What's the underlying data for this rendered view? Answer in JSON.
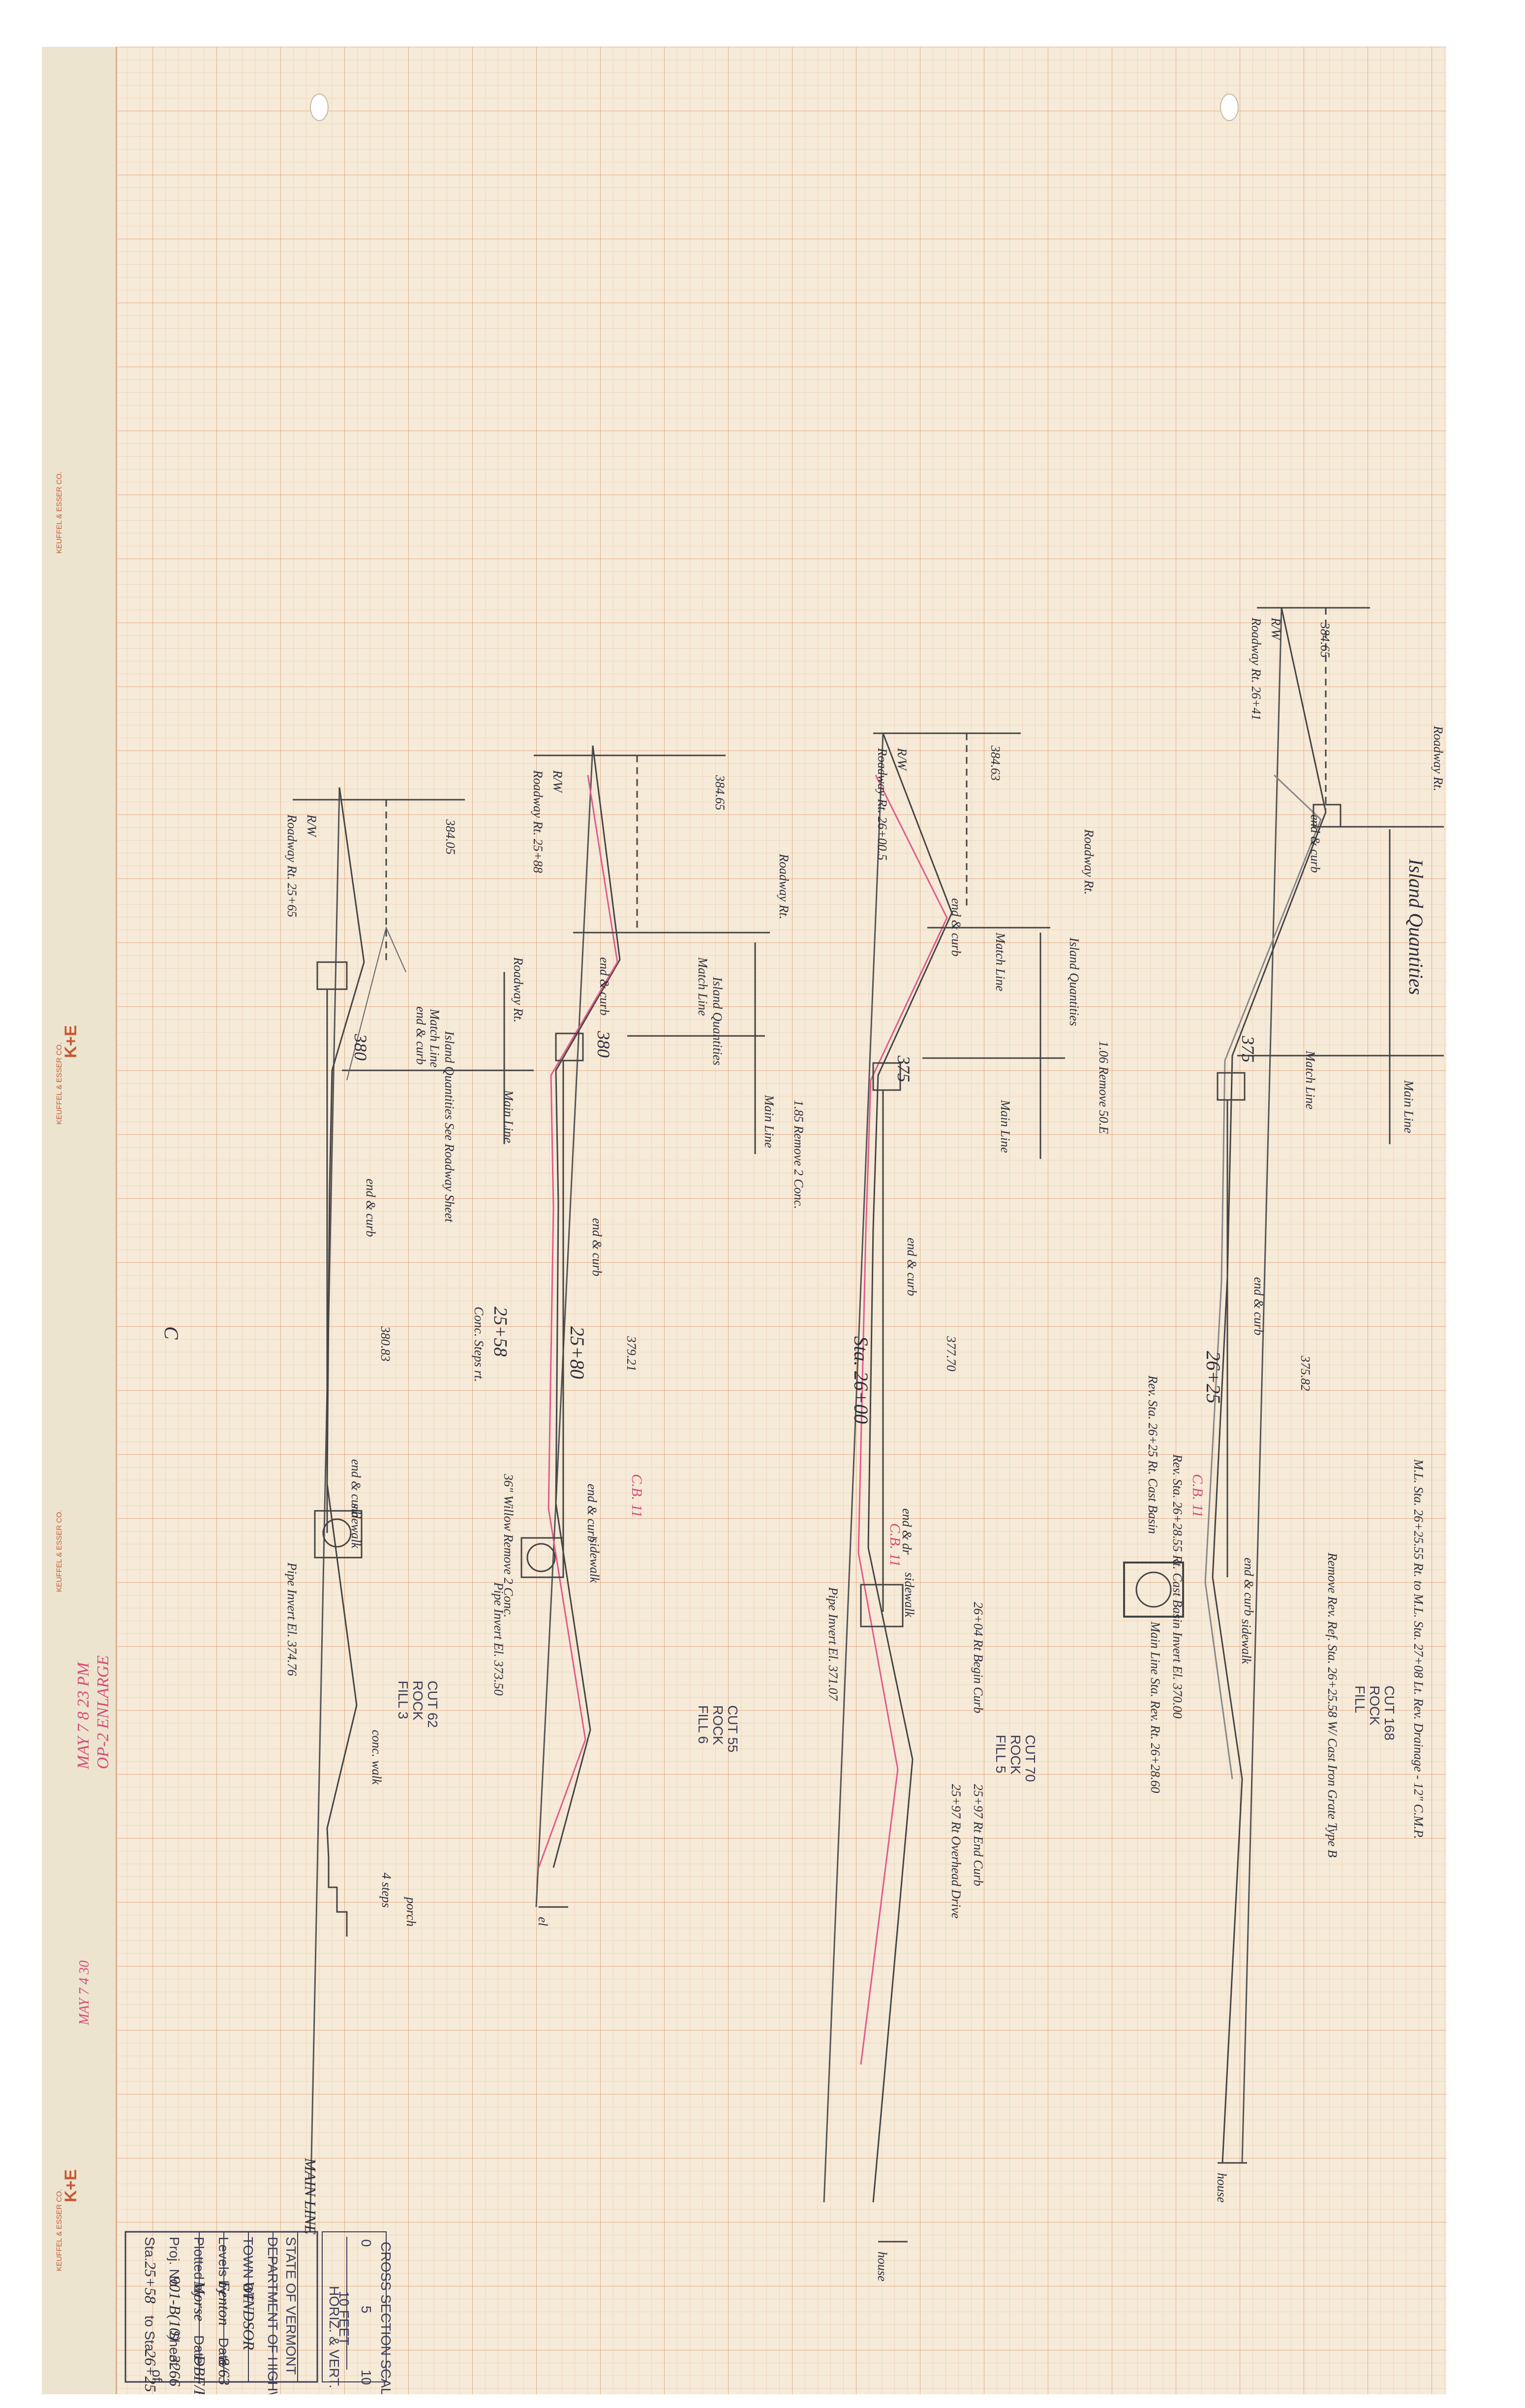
{
  "margin_marks": {
    "maker_top": "KEUFFEL & ESSER CO.",
    "maker_mid": "K+E",
    "maker_mid_sub": "KEUFFEL & ESSER CO.",
    "maker_lower": "KEUFFEL & ESSER CO.",
    "maker_bottom": "K+E",
    "maker_bottom_sub": "KEUFFEL & ESSER CO.",
    "note_red_1": "MAY 7 8 23 PM",
    "note_red_2": "OP-2 ENLARGE",
    "note_red_3": "MAY 7 4 30"
  },
  "sections": [
    {
      "station_box": "25+58",
      "station_note": "Conc. Steps rt.",
      "curb_left": "end & curb",
      "curb_right": "end & curb",
      "sidewalk": "sidewalk",
      "walk": "conc. walk",
      "steps": "4 steps",
      "porch": "porch",
      "elev_cl": "380.83",
      "elev_top": "384.05",
      "top_ref": "Roadway Rt. 25+65",
      "roadway_label": "Roadway Rt.",
      "row_label": "R/W",
      "match_line_label": "Match Line",
      "island": "Island Quantities See Roadway Sheet",
      "main_line": "Main Line",
      "label_380": "380",
      "cut": "CUT 62",
      "rock": "ROCK",
      "fill": "FILL 3",
      "pipe_invert": "Pipe Invert El. 374.76",
      "cl_mark": "C"
    },
    {
      "station_box": "25+80",
      "curb_left": "end & curb",
      "curb_right": "end & curb",
      "sidewalk": "sidewalk",
      "elev_cl": "379.21",
      "elev_top": "384.65",
      "top_ref": "Roadway Rt. 25+88",
      "roadway_label": "Roadway Rt.",
      "row_label": "R/W",
      "match_line_label": "Match Line",
      "island": "Island Quantities",
      "main_line": "Main Line",
      "label_380": "380",
      "remove_note": "1.85 Remove 2 Conc.",
      "willow_note": "36\" Willow Remove 2 Conc.",
      "cut": "CUT 55",
      "rock": "ROCK",
      "fill": "FILL 6",
      "cb_label": "C.B. 11",
      "pipe_invert": "Pipe Invert El. 373.50",
      "bottom_mark": "el"
    },
    {
      "station_box": "Sta. 26+00",
      "curb_left": "end & curb",
      "curb_right": "end & curb",
      "sidewalk": "sidewalk",
      "elev_cl": "377.70",
      "elev_top": "384.63",
      "top_ref": "Roadway Rt. 26+00.5",
      "roadway_label": "Roadway Rt.",
      "row_label": "R/W",
      "match_line_label": "Match Line",
      "island": "Island Quantities",
      "main_line": "Main Line",
      "label_375": "375",
      "remove_note": "1.06 Remove 50.E",
      "cut": "CUT 70",
      "rock": "ROCK",
      "fill": "FILL 5",
      "cb_label": "C.B. 11",
      "pipe_invert": "Pipe Invert El. 371.07",
      "begin_curb": "26+04 Rt Begin Curb",
      "drive_note_1": "25+97 Rt Overhead Drive",
      "drive_note_2": "25+97 Rt End Curb",
      "bottom_mark": "house",
      "curb_dr": "end & dr"
    },
    {
      "station_box": "26+25",
      "curb_left": "end & curb",
      "curb_right": "end & curb",
      "sidewalk": "sidewalk",
      "elev_cl": "375.82",
      "elev_top": "384.65",
      "top_ref": "Roadway Rt. 26+41",
      "roadway_label": "Roadway Rt.",
      "row_label": "R/W",
      "match_line_label": "Match Line",
      "island": "Island Quantities",
      "main_line": "Main Line",
      "label_375": "375",
      "cut": "CUT 168",
      "rock": "ROCK",
      "fill": "FILL",
      "cb_label": "C.B. 11",
      "basin_note": "Rev. Sta. 26+28.55 Rt. Cast Basin Invert El. 370.00",
      "main_line_note": "Main Line Sta. Rev. Rt. 26+28.60",
      "remove_note": "Remove Rev. Ref. Sta. 26+25.58 W/ Cast Iron Grate Type B",
      "ml_note": "M.L. Sta. 26+25.55 Rt. to M.L. Sta. 27+08 Lt. Rev. Drainage - 12\" C.M.P.",
      "rev_sta": "Rev. Sta. 26+25 Rt. Cast Basin",
      "bottom_mark": "house"
    }
  ],
  "title_block": {
    "heading": "MAIN LINE",
    "state": "STATE OF VERMONT",
    "dept": "DEPARTMENT OF HIGHWAYS",
    "town_label": "TOWN OF",
    "town": "WINDSOR",
    "levels_label": "Levels by",
    "levels_by": "Fenton",
    "date_label": "Date",
    "date": "8/63",
    "plotted_label": "Plotted by",
    "plotted_by": "Morse",
    "plotted_date": "DBF/HM",
    "proj_label": "Proj. No.",
    "proj_no": "901-B(10)",
    "sheet_label": "Sheet",
    "sheet_no": "32",
    "of_label": "of",
    "sheet_total": "66",
    "sta_label": "Sta.",
    "sta_from": "25+58",
    "to_label": "to Sta.",
    "sta_to": "26+25",
    "scale_heading": "CROSS SECTION SCALE",
    "scale_0": "0",
    "scale_5": "5",
    "scale_10": "10",
    "scale_unit": "10 FEET",
    "scale_hv": "HORIZ. & VERT."
  }
}
